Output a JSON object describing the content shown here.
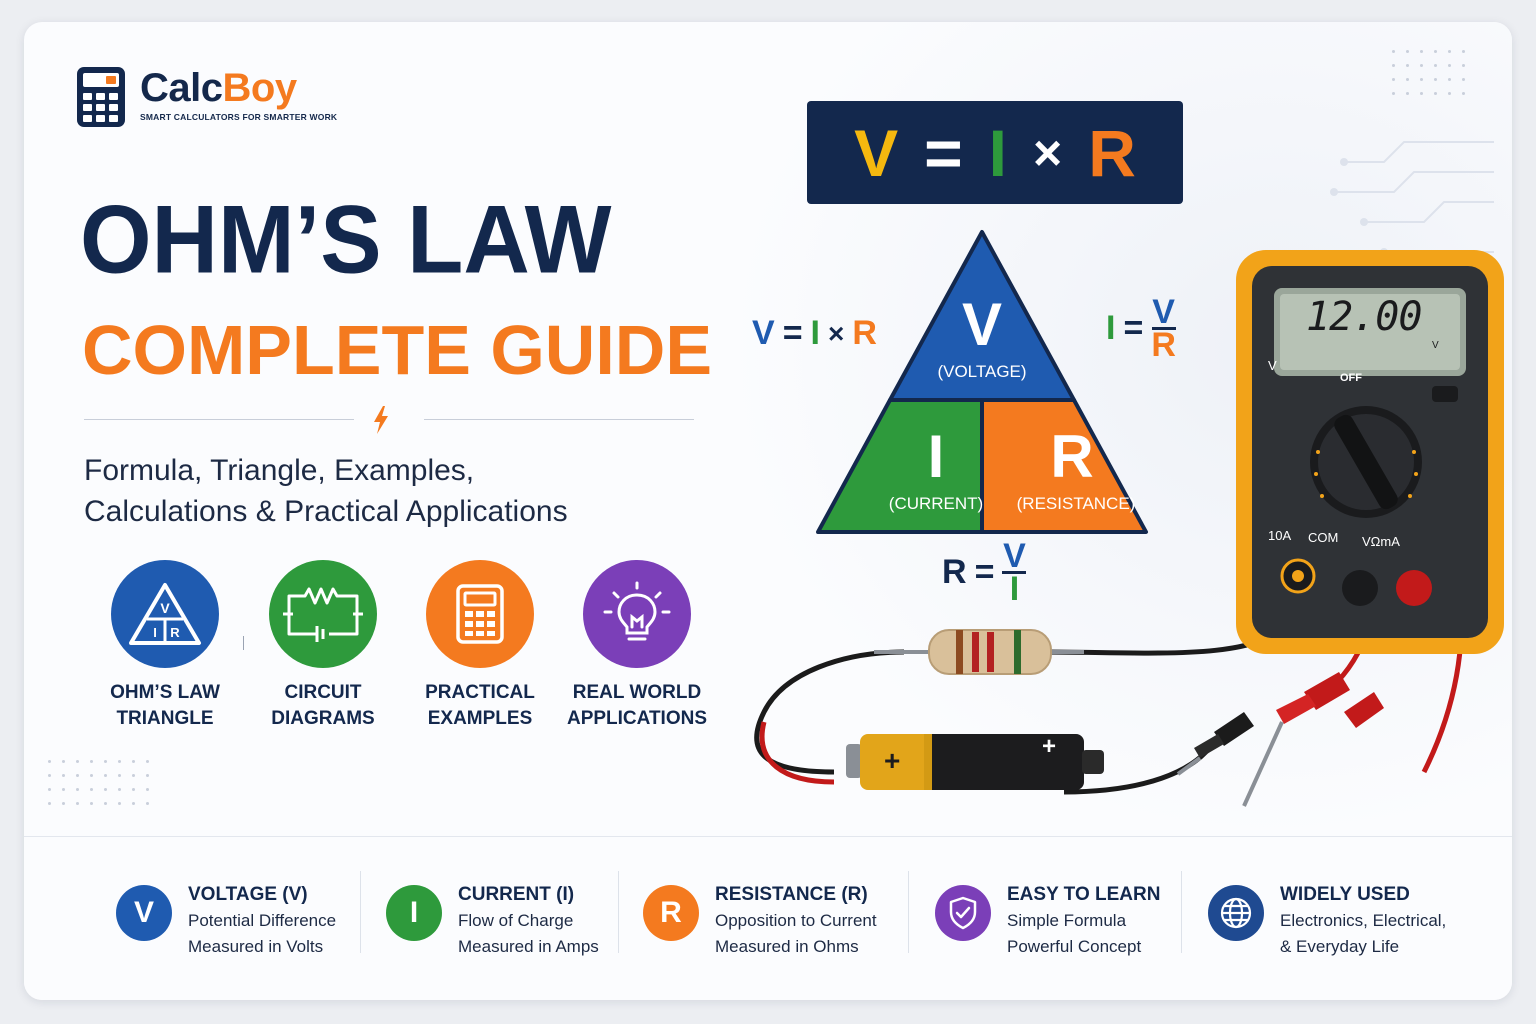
{
  "logo": {
    "brand_calc": "Calc",
    "brand_boy": "Boy",
    "tagline": "SMART CALCULATORS FOR SMARTER WORK"
  },
  "title": {
    "line1": "OHM’S LAW",
    "line2": "COMPLETE GUIDE"
  },
  "subtitle": {
    "line1": "Formula, Triangle, Examples,",
    "line2": "Calculations & Practical Applications"
  },
  "features": [
    {
      "label": "OHM’S LAW\nTRIANGLE",
      "color": "#1f5bb0",
      "icon": "triangle-icon"
    },
    {
      "label": "CIRCUIT\nDIAGRAMS",
      "color": "#2e9a3c",
      "icon": "circuit-icon"
    },
    {
      "label": "PRACTICAL\nEXAMPLES",
      "color": "#f47a1f",
      "icon": "calculator-icon"
    },
    {
      "label": "REAL WORLD\nAPPLICATIONS",
      "color": "#7b3fb8",
      "icon": "lightbulb-icon"
    }
  ],
  "formula": {
    "v": "V",
    "eq": "=",
    "i": "I",
    "x": "×",
    "r": "R"
  },
  "triangle": {
    "top_letter": "V",
    "top_label": "(VOLTAGE)",
    "left_letter": "I",
    "left_label": "(CURRENT)",
    "right_letter": "R",
    "right_label": "(RESISTANCE)"
  },
  "side_formulas": {
    "left": {
      "v": "V",
      "eq": "=",
      "i": "I",
      "x": "×",
      "r": "R"
    },
    "right": {
      "i": "I",
      "eq": "=",
      "num": "V",
      "den": "R"
    },
    "bottom": {
      "r": "R",
      "eq": "=",
      "num": "V",
      "den": "I"
    }
  },
  "multimeter": {
    "display": "12.00",
    "unit": "V",
    "labels": {
      "off": "OFF",
      "ten_a": "10A",
      "com": "COM",
      "vma": "VΩmA",
      "v_sym": "V"
    }
  },
  "battery": {
    "plus": "+",
    "plus2": "+"
  },
  "stats": [
    {
      "letter": "V",
      "title": "VOLTAGE (V)",
      "line1": "Potential Difference",
      "line2": "Measured in Volts",
      "color": "#1f5bb0"
    },
    {
      "letter": "I",
      "title": "CURRENT (I)",
      "line1": "Flow of Charge",
      "line2": "Measured in Amps",
      "color": "#2e9a3c"
    },
    {
      "letter": "R",
      "title": "RESISTANCE (R)",
      "line1": "Opposition to Current",
      "line2": "Measured in Ohms",
      "color": "#f47a1f"
    },
    {
      "letter": "",
      "title": "EASY TO LEARN",
      "line1": "Simple Formula",
      "line2": "Powerful Concept",
      "color": "#7b3fb8",
      "icon": "shield-check-icon"
    },
    {
      "letter": "",
      "title": "WIDELY USED",
      "line1": "Electronics, Electrical,",
      "line2": "& Everyday Life",
      "color": "#1f4a91",
      "icon": "globe-icon"
    }
  ],
  "colors": {
    "navy": "#13284d",
    "orange": "#f47a1f",
    "green": "#2e9a3c",
    "blue": "#1f5bb0",
    "yellow": "#f5b80f",
    "purple": "#7b3fb8"
  }
}
